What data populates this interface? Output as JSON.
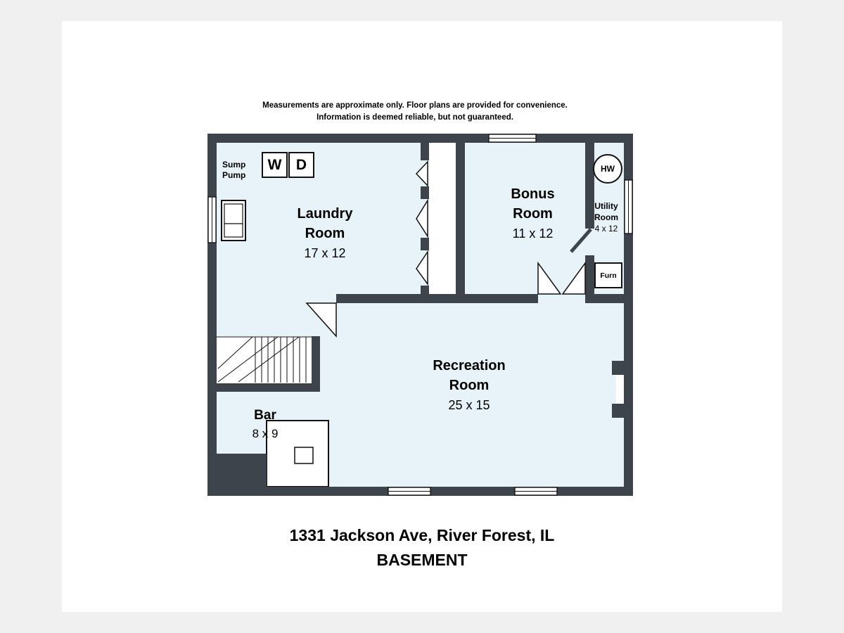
{
  "colors": {
    "wall": "#3e444b",
    "room": "#e7f3f8",
    "line": "#111111",
    "page_bg": "#f0f0f0",
    "canvas_bg": "#ffffff"
  },
  "disclaimer": {
    "line1": "Measurements are approximate only. Floor plans are provided for convenience.",
    "line2": "Information is deemed reliable, but not guaranteed."
  },
  "rooms": {
    "laundry": {
      "name_line1": "Laundry",
      "name_line2": "Room",
      "dims": "17 x 12"
    },
    "bonus": {
      "name_line1": "Bonus",
      "name_line2": "Room",
      "dims": "11 x 12"
    },
    "utility": {
      "name_line1": "Utility",
      "name_line2": "Room",
      "dims": "4 x 12"
    },
    "recreation": {
      "name_line1": "Recreation",
      "name_line2": "Room",
      "dims": "25 x 15"
    },
    "bar": {
      "name": "Bar",
      "dims": "8 x 9"
    }
  },
  "fixtures": {
    "sump_line1": "Sump",
    "sump_line2": "Pump",
    "washer": "W",
    "dryer": "D",
    "water_heater": "HW",
    "furnace": "Furn"
  },
  "title": {
    "address": "1331 Jackson Ave, River Forest, IL",
    "floor": "BASEMENT"
  }
}
